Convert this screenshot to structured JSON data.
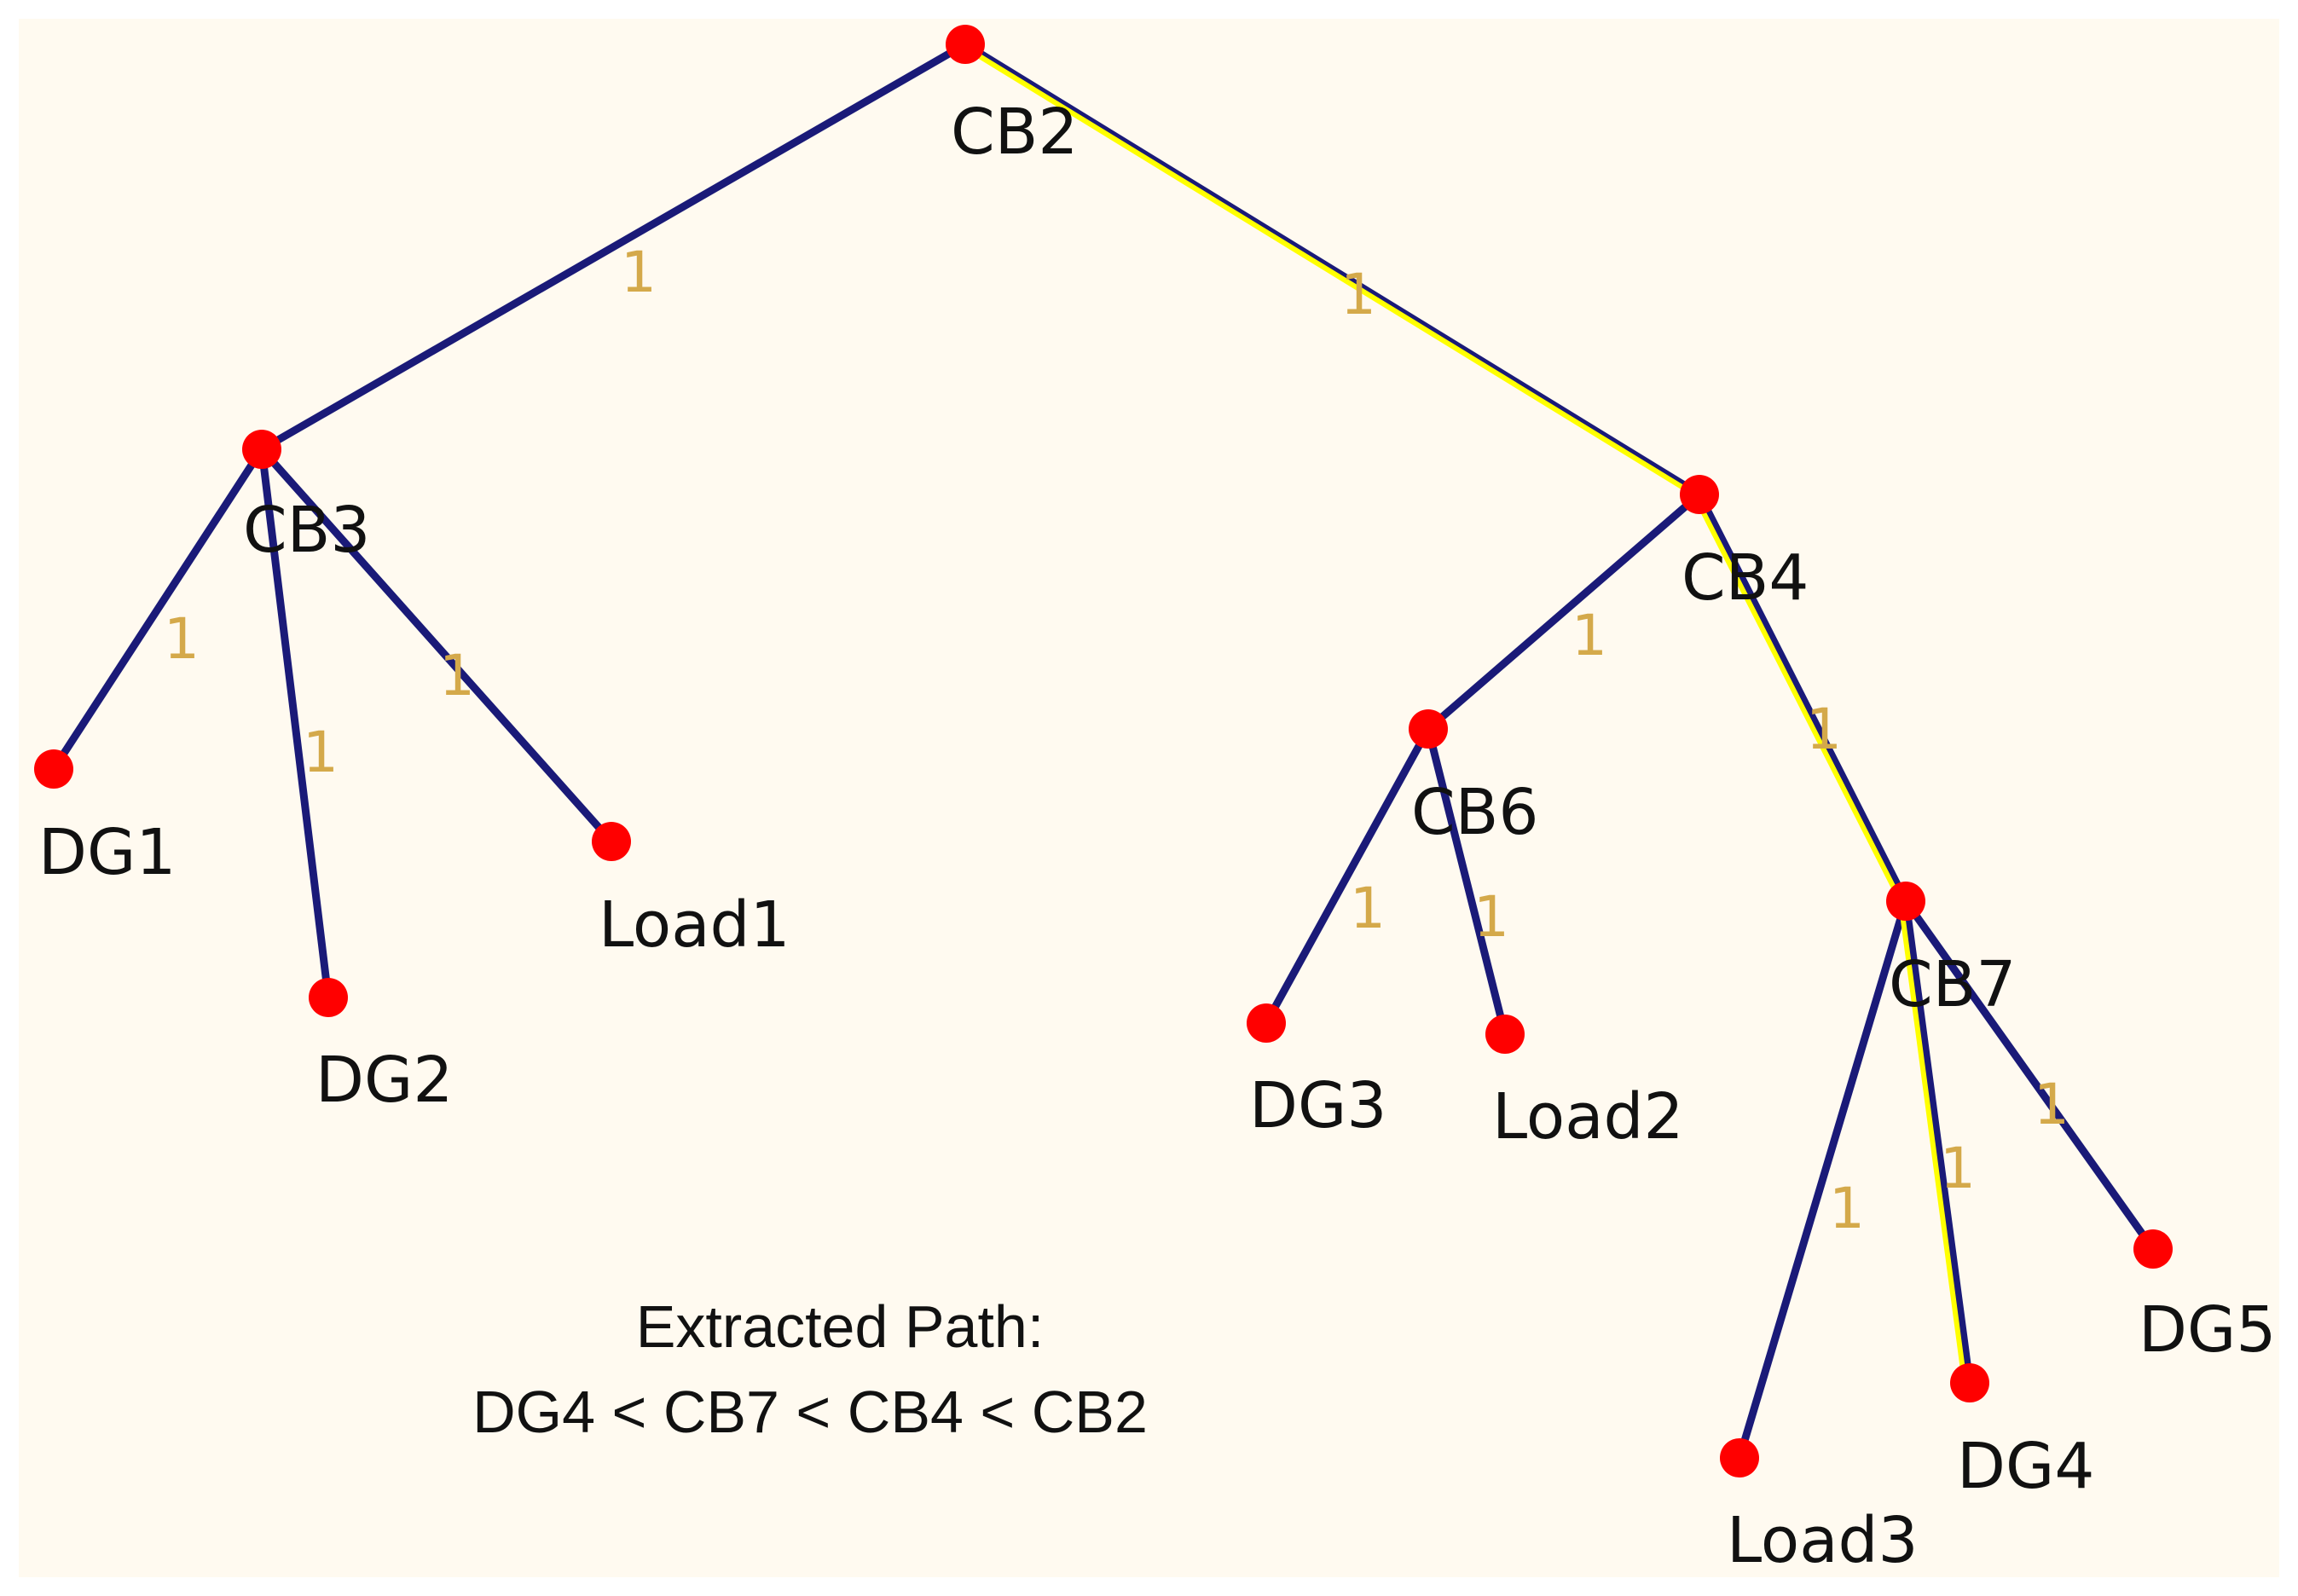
{
  "colors": {
    "background": "#fffaf0",
    "edge": "#1a1a78",
    "highlight": "#ffff00",
    "node": "#ff0000",
    "weight": "#d4a94a"
  },
  "nodes": [
    {
      "id": "CB2",
      "label": "CB2"
    },
    {
      "id": "CB3",
      "label": "CB3"
    },
    {
      "id": "CB4",
      "label": "CB4"
    },
    {
      "id": "DG1",
      "label": "DG1"
    },
    {
      "id": "DG2",
      "label": "DG2"
    },
    {
      "id": "Load1",
      "label": "Load1"
    },
    {
      "id": "CB6",
      "label": "CB6"
    },
    {
      "id": "CB7",
      "label": "CB7"
    },
    {
      "id": "DG3",
      "label": "DG3"
    },
    {
      "id": "Load2",
      "label": "Load2"
    },
    {
      "id": "Load3",
      "label": "Load3"
    },
    {
      "id": "DG4",
      "label": "DG4"
    },
    {
      "id": "DG5",
      "label": "DG5"
    }
  ],
  "edges": [
    {
      "from": "CB2",
      "to": "CB3",
      "weight": "1",
      "highlighted": false
    },
    {
      "from": "CB2",
      "to": "CB4",
      "weight": "1",
      "highlighted": true
    },
    {
      "from": "CB3",
      "to": "DG1",
      "weight": "1",
      "highlighted": false
    },
    {
      "from": "CB3",
      "to": "DG2",
      "weight": "1",
      "highlighted": false
    },
    {
      "from": "CB3",
      "to": "Load1",
      "weight": "1",
      "highlighted": false
    },
    {
      "from": "CB4",
      "to": "CB6",
      "weight": "1",
      "highlighted": false
    },
    {
      "from": "CB4",
      "to": "CB7",
      "weight": "1",
      "highlighted": true
    },
    {
      "from": "CB6",
      "to": "DG3",
      "weight": "1",
      "highlighted": false
    },
    {
      "from": "CB6",
      "to": "Load2",
      "weight": "1",
      "highlighted": false
    },
    {
      "from": "CB7",
      "to": "Load3",
      "weight": "1",
      "highlighted": false
    },
    {
      "from": "CB7",
      "to": "DG4",
      "weight": "1",
      "highlighted": true
    },
    {
      "from": "CB7",
      "to": "DG5",
      "weight": "1",
      "highlighted": false
    }
  ],
  "caption": {
    "line1": "Extracted Path:",
    "line2": "DG4 < CB7 < CB4 < CB2"
  }
}
